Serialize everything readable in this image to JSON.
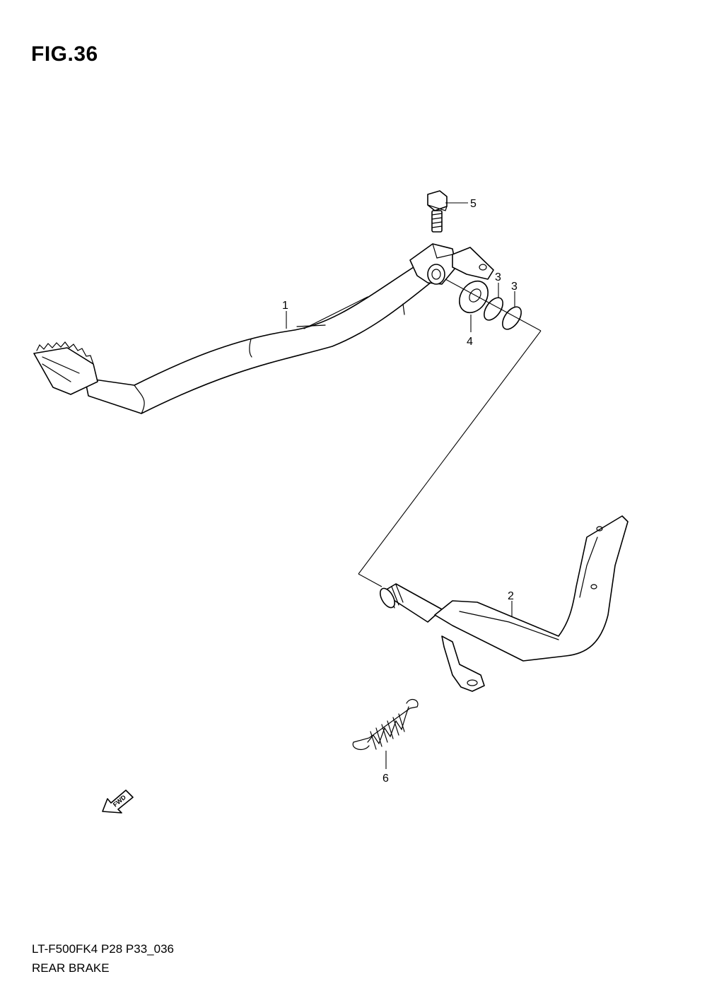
{
  "figure": {
    "title": "FIG.36"
  },
  "callouts": {
    "c1": "1",
    "c2": "2",
    "c3a": "3",
    "c3b": "3",
    "c4": "4",
    "c5": "5",
    "c6": "6"
  },
  "fwd_arrow": {
    "label": "FWD"
  },
  "footer": {
    "model_code": "LT-F500FK4 P28 P33_036",
    "section_name": "REAR BRAKE"
  }
}
